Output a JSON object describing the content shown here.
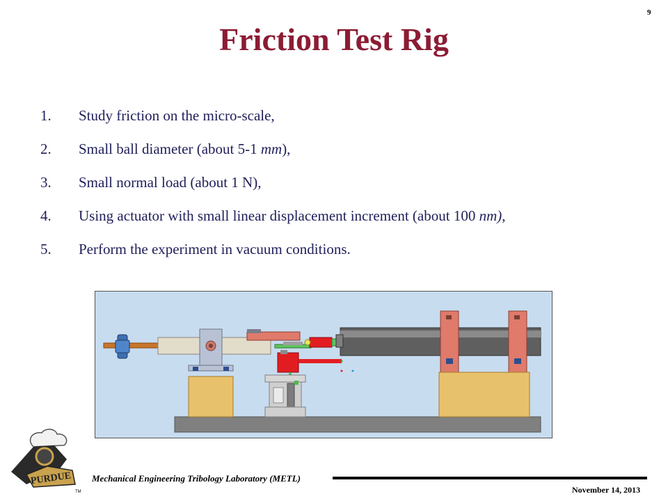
{
  "slide": {
    "number": "9",
    "title": "Friction Test Rig",
    "items": [
      {
        "num": "1.",
        "parts": [
          "Study friction on the micro-scale,",
          "",
          ""
        ]
      },
      {
        "num": "2.",
        "parts": [
          "Small ball diameter (about 5-1 ",
          "mm",
          "),"
        ]
      },
      {
        "num": "3.",
        "parts": [
          "Small normal load (about 1 N),",
          "",
          ""
        ]
      },
      {
        "num": "4.",
        "parts": [
          "Using actuator with small linear displacement increment (about 100 ",
          "nm)",
          ","
        ]
      },
      {
        "num": "5.",
        "parts": [
          "Perform the experiment in vacuum conditions.",
          "",
          ""
        ]
      }
    ]
  },
  "footer": {
    "lab": "Mechanical Engineering Tribology Laboratory (METL)",
    "date": "November 14, 2013"
  },
  "logo": {
    "text": "PURDUE",
    "tm": "TM"
  },
  "colors": {
    "title": "#8b1c34",
    "text": "#1f1f5a",
    "figure_bg": "#c8dcef",
    "base": "#808080",
    "block": "#e8c16c",
    "bracket": "#e07a6a",
    "cylinder": "#5f5f5f",
    "red_part": "#e21d22"
  }
}
